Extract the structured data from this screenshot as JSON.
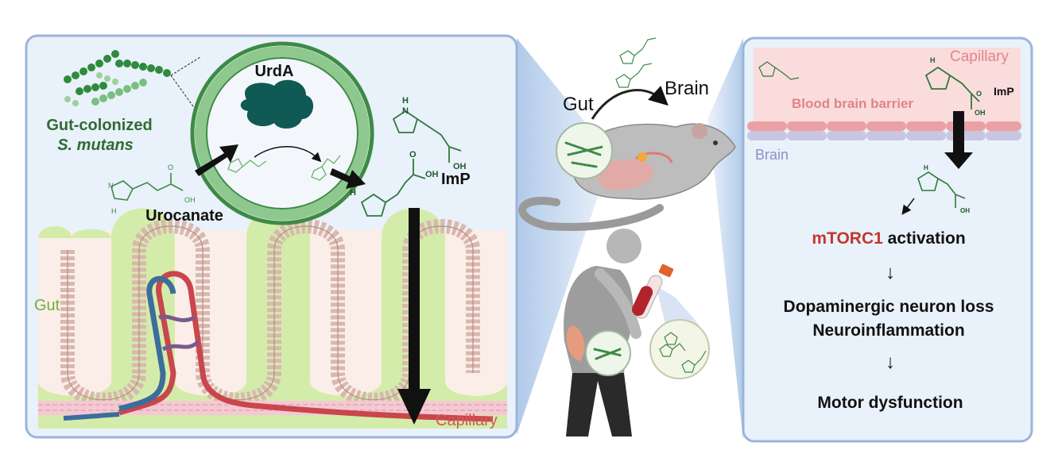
{
  "left_panel": {
    "bacteria_label_line1": "Gut-colonized",
    "bacteria_label_line2": "S. mutans",
    "enzyme_label": "UrdA",
    "substrate_label": "Urocanate",
    "product_label": "ImP",
    "tissue_label": "Gut",
    "vessel_label": "Capillary",
    "mol_oh": "OH",
    "mol_h": "H",
    "mol_n": "N",
    "mol_o": "O"
  },
  "middle_panel": {
    "source_label": "Gut",
    "target_label": "Brain"
  },
  "right_panel": {
    "vessel_label": "Capillary",
    "barrier_label": "Blood brain barrier",
    "tissue_label": "Brain",
    "product_label": "ImP",
    "pathway_highlight": "mTORC1",
    "pathway_rest": "activation",
    "outcome_1": "Dopaminergic neuron loss",
    "outcome_2": "Neuroinflammation",
    "outcome_3": "Motor dysfunction",
    "arrow_glyph": "↓"
  },
  "colors": {
    "panel_fill": "#e9f1fb",
    "panel_border": "#9bb5d8",
    "bacteria_green": "#2f8a3d",
    "enzyme_teal": "#0f5a55",
    "vessel_red": "#c9464c",
    "vessel_blue": "#3d6d9b",
    "gut_green": "#cfe8a8",
    "highlight_red": "#c0392b",
    "capillary_pink": "#fadcdc",
    "brain_purple": "#8e90c2"
  }
}
